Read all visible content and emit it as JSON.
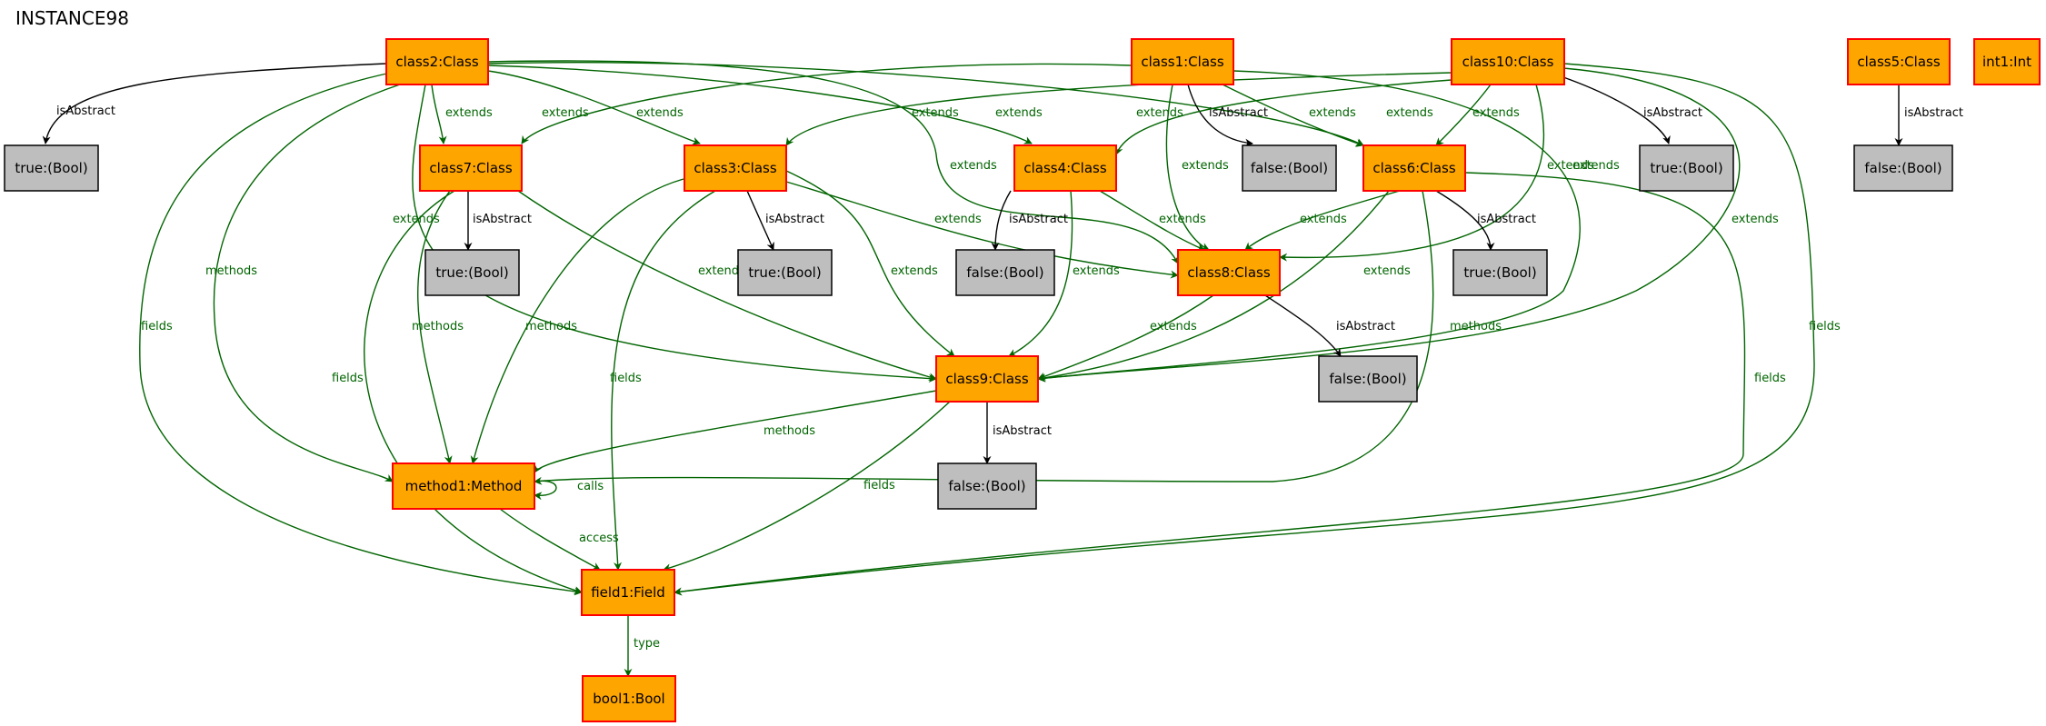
{
  "title": "INSTANCE98",
  "colors": {
    "class_fill": "#ffa500",
    "class_border": "#ff0000",
    "bool_fill": "#bebebe",
    "bool_border": "#000000",
    "edge_green": "#006400",
    "edge_black": "#000000"
  },
  "nodes": [
    {
      "id": "class2",
      "label": "class2:Class",
      "kind": "object"
    },
    {
      "id": "class1",
      "label": "class1:Class",
      "kind": "object"
    },
    {
      "id": "class10",
      "label": "class10:Class",
      "kind": "object"
    },
    {
      "id": "class5",
      "label": "class5:Class",
      "kind": "object"
    },
    {
      "id": "int1",
      "label": "int1:Int",
      "kind": "object"
    },
    {
      "id": "b_true_c2",
      "label": "true:(Bool)",
      "kind": "value"
    },
    {
      "id": "class7",
      "label": "class7:Class",
      "kind": "object"
    },
    {
      "id": "class3",
      "label": "class3:Class",
      "kind": "object"
    },
    {
      "id": "class4",
      "label": "class4:Class",
      "kind": "object"
    },
    {
      "id": "b_false_c1",
      "label": "false:(Bool)",
      "kind": "value"
    },
    {
      "id": "class6",
      "label": "class6:Class",
      "kind": "object"
    },
    {
      "id": "b_true_c10",
      "label": "true:(Bool)",
      "kind": "value"
    },
    {
      "id": "b_false_c5",
      "label": "false:(Bool)",
      "kind": "value"
    },
    {
      "id": "b_true_c7",
      "label": "true:(Bool)",
      "kind": "value"
    },
    {
      "id": "b_true_c3",
      "label": "true:(Bool)",
      "kind": "value"
    },
    {
      "id": "b_false_c4",
      "label": "false:(Bool)",
      "kind": "value"
    },
    {
      "id": "class8",
      "label": "class8:Class",
      "kind": "object"
    },
    {
      "id": "b_true_c6",
      "label": "true:(Bool)",
      "kind": "value"
    },
    {
      "id": "class9",
      "label": "class9:Class",
      "kind": "object"
    },
    {
      "id": "b_false_c8",
      "label": "false:(Bool)",
      "kind": "value"
    },
    {
      "id": "method1",
      "label": "method1:Method",
      "kind": "object"
    },
    {
      "id": "b_false_c9",
      "label": "false:(Bool)",
      "kind": "value"
    },
    {
      "id": "field1",
      "label": "field1:Field",
      "kind": "object"
    },
    {
      "id": "bool1",
      "label": "bool1:Bool",
      "kind": "object"
    }
  ],
  "edges": [
    {
      "from": "class2",
      "to": "b_true_c2",
      "label": "isAbstract"
    },
    {
      "from": "class2",
      "to": "class7",
      "label": "extends"
    },
    {
      "from": "class2",
      "to": "class3",
      "label": "extends"
    },
    {
      "from": "class2",
      "to": "class4",
      "label": "extends"
    },
    {
      "from": "class2",
      "to": "class6",
      "label": "extends"
    },
    {
      "from": "class2",
      "to": "class8",
      "label": "extends"
    },
    {
      "from": "class2",
      "to": "class9",
      "label": "extends"
    },
    {
      "from": "class2",
      "to": "method1",
      "label": "methods"
    },
    {
      "from": "class2",
      "to": "field1",
      "label": "fields"
    },
    {
      "from": "class1",
      "to": "b_false_c1",
      "label": "isAbstract"
    },
    {
      "from": "class1",
      "to": "class7",
      "label": "extends"
    },
    {
      "from": "class1",
      "to": "class6",
      "label": "extends"
    },
    {
      "from": "class1",
      "to": "class8",
      "label": "extends"
    },
    {
      "from": "class1",
      "to": "class9",
      "label": "extends"
    },
    {
      "from": "class10",
      "to": "b_true_c10",
      "label": "isAbstract"
    },
    {
      "from": "class10",
      "to": "class3",
      "label": "extends"
    },
    {
      "from": "class10",
      "to": "class4",
      "label": "extends"
    },
    {
      "from": "class10",
      "to": "class6",
      "label": "extends"
    },
    {
      "from": "class10",
      "to": "class8",
      "label": "extends"
    },
    {
      "from": "class10",
      "to": "class9",
      "label": "extends"
    },
    {
      "from": "class10",
      "to": "field1",
      "label": "fields"
    },
    {
      "from": "class5",
      "to": "b_false_c5",
      "label": "isAbstract"
    },
    {
      "from": "class7",
      "to": "b_true_c7",
      "label": "isAbstract"
    },
    {
      "from": "class7",
      "to": "class9",
      "label": "extends"
    },
    {
      "from": "class7",
      "to": "method1",
      "label": "methods"
    },
    {
      "from": "class7",
      "to": "field1",
      "label": "fields"
    },
    {
      "from": "class3",
      "to": "b_true_c3",
      "label": "isAbstract"
    },
    {
      "from": "class3",
      "to": "class8",
      "label": "extends"
    },
    {
      "from": "class3",
      "to": "class9",
      "label": "extends"
    },
    {
      "from": "class3",
      "to": "method1",
      "label": "methods"
    },
    {
      "from": "class3",
      "to": "field1",
      "label": "fields"
    },
    {
      "from": "class4",
      "to": "b_false_c4",
      "label": "isAbstract"
    },
    {
      "from": "class4",
      "to": "class8",
      "label": "extends"
    },
    {
      "from": "class4",
      "to": "class9",
      "label": "extends"
    },
    {
      "from": "class6",
      "to": "b_true_c6",
      "label": "isAbstract"
    },
    {
      "from": "class6",
      "to": "class8",
      "label": "extends"
    },
    {
      "from": "class6",
      "to": "class9",
      "label": "extends"
    },
    {
      "from": "class6",
      "to": "method1",
      "label": "methods"
    },
    {
      "from": "class6",
      "to": "field1",
      "label": "fields"
    },
    {
      "from": "class8",
      "to": "b_false_c8",
      "label": "isAbstract"
    },
    {
      "from": "class8",
      "to": "class9",
      "label": "extends"
    },
    {
      "from": "class9",
      "to": "b_false_c9",
      "label": "isAbstract"
    },
    {
      "from": "class9",
      "to": "method1",
      "label": "methods"
    },
    {
      "from": "class9",
      "to": "field1",
      "label": "fields"
    },
    {
      "from": "method1",
      "to": "method1",
      "label": "calls"
    },
    {
      "from": "method1",
      "to": "field1",
      "label": "access"
    },
    {
      "from": "field1",
      "to": "bool1",
      "label": "type"
    }
  ]
}
